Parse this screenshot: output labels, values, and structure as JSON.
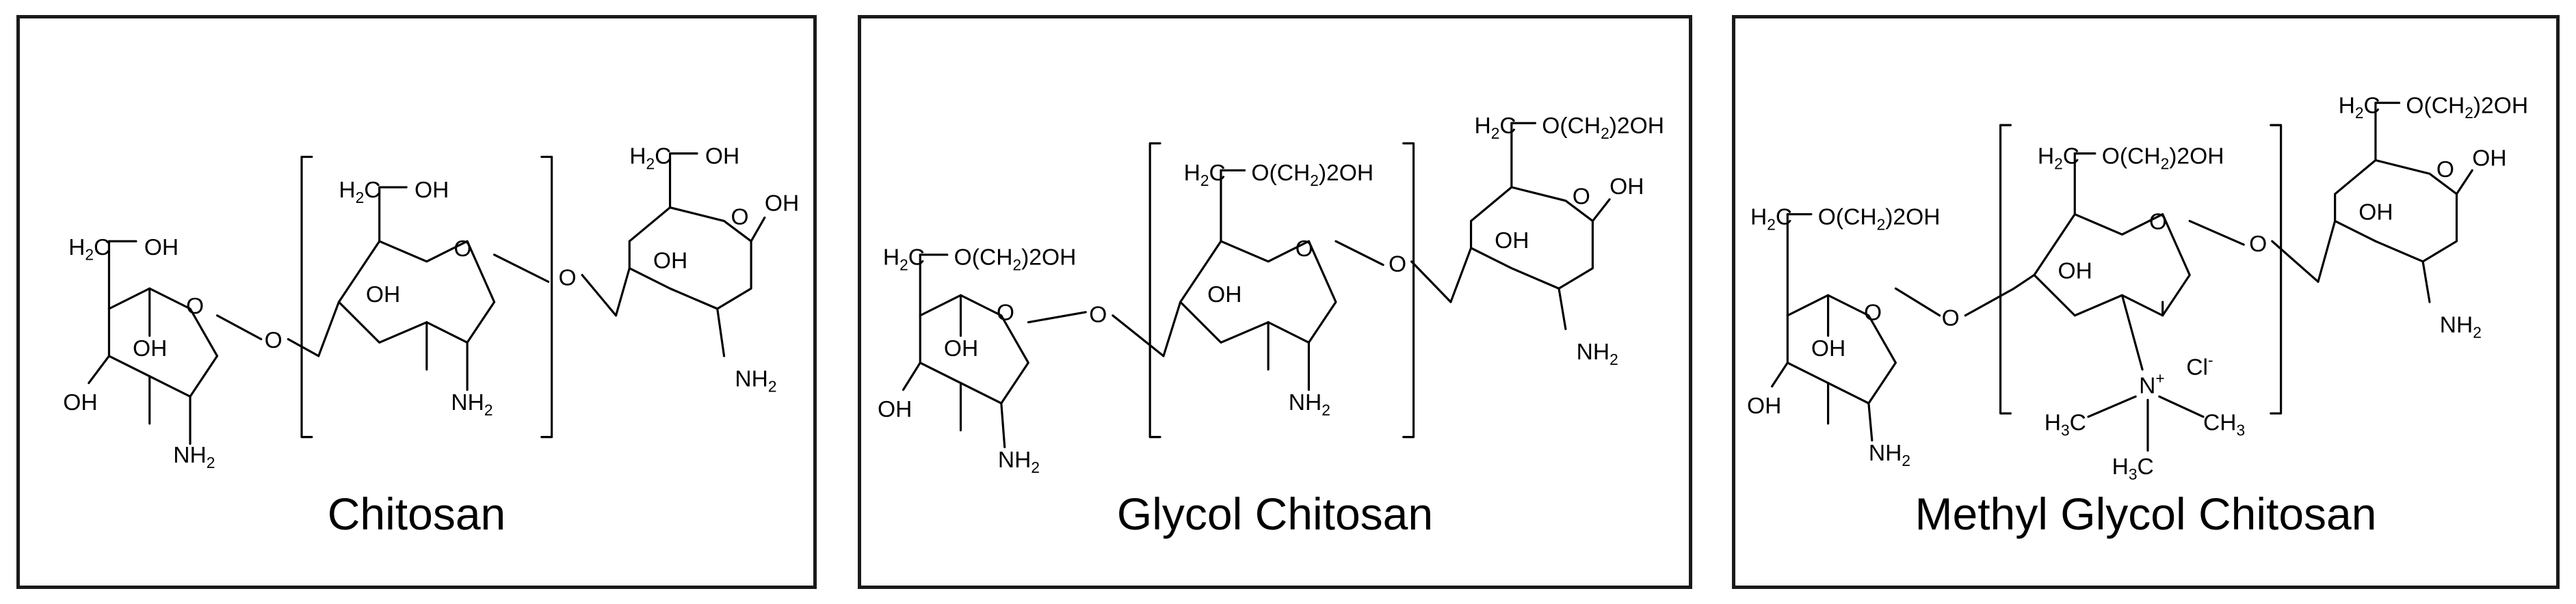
{
  "panels": [
    {
      "caption": "Chitosan",
      "ring1": {
        "ch2_label": "H",
        "ch2_sub": "2",
        "ch2_c": "C",
        "substituent": "OH",
        "oh3": "OH",
        "oh4": "OH",
        "nh2": "NH",
        "nh2_sub": "2"
      },
      "bridge_o1": "O",
      "ring2": {
        "ch2_label": "H",
        "ch2_sub": "2",
        "ch2_c": "C",
        "substituent": "OH",
        "oh3": "OH",
        "nh2": "NH",
        "nh2_sub": "2"
      },
      "bridge_o2": "O",
      "ring3": {
        "ch2_label": "H",
        "ch2_sub": "2",
        "ch2_c": "C",
        "substituent": "OH",
        "oh1": "OH",
        "oh3": "OH",
        "nh2": "NH",
        "nh2_sub": "2"
      },
      "ring_o": "O"
    },
    {
      "caption": "Glycol Chitosan",
      "ring1": {
        "ch2_label": "H",
        "ch2_sub": "2",
        "ch2_c": "C",
        "substituent": "O(CH",
        "sub2": "2",
        "sub_tail": ")2OH",
        "oh3": "OH",
        "oh4": "OH",
        "nh2": "NH",
        "nh2_sub": "2"
      },
      "bridge_o1": "O",
      "ring2": {
        "ch2_label": "H",
        "ch2_sub": "2",
        "ch2_c": "C",
        "substituent": "O(CH",
        "sub2": "2",
        "sub_tail": ")2OH",
        "oh3": "OH",
        "nh2": "NH",
        "nh2_sub": "2"
      },
      "bridge_o2": "O",
      "ring3": {
        "ch2_label": "H",
        "ch2_sub": "2",
        "ch2_c": "C",
        "substituent": "O(CH",
        "sub2": "2",
        "sub_tail": ")2OH",
        "oh1": "OH",
        "oh3": "OH",
        "nh2": "NH",
        "nh2_sub": "2"
      },
      "ring_o": "O"
    },
    {
      "caption": "Methyl Glycol Chitosan",
      "ring1": {
        "ch2_label": "H",
        "ch2_sub": "2",
        "ch2_c": "C",
        "substituent": "O(CH",
        "sub2": "2",
        "sub_tail": ")2OH",
        "oh3": "OH",
        "oh4": "OH",
        "nh2": "NH",
        "nh2_sub": "2"
      },
      "bridge_o1": "O",
      "ring2": {
        "ch2_label": "H",
        "ch2_sub": "2",
        "ch2_c": "C",
        "substituent": "O(CH",
        "sub2": "2",
        "sub_tail": ")2OH",
        "oh3": "OH",
        "n": "N",
        "n_charge": "+",
        "counterion": "Cl",
        "counterion_charge": "-",
        "methyl_h": "H",
        "methyl_sub": "3",
        "methyl_c": "C",
        "methyl_right": "CH",
        "methyl_right_sub": "3"
      },
      "bridge_o2": "O",
      "ring3": {
        "ch2_label": "H",
        "ch2_sub": "2",
        "ch2_c": "C",
        "substituent": "O(CH",
        "sub2": "2",
        "sub_tail": ")2OH",
        "oh1": "OH",
        "oh3": "OH",
        "nh2": "NH",
        "nh2_sub": "2"
      },
      "ring_o": "O"
    }
  ]
}
